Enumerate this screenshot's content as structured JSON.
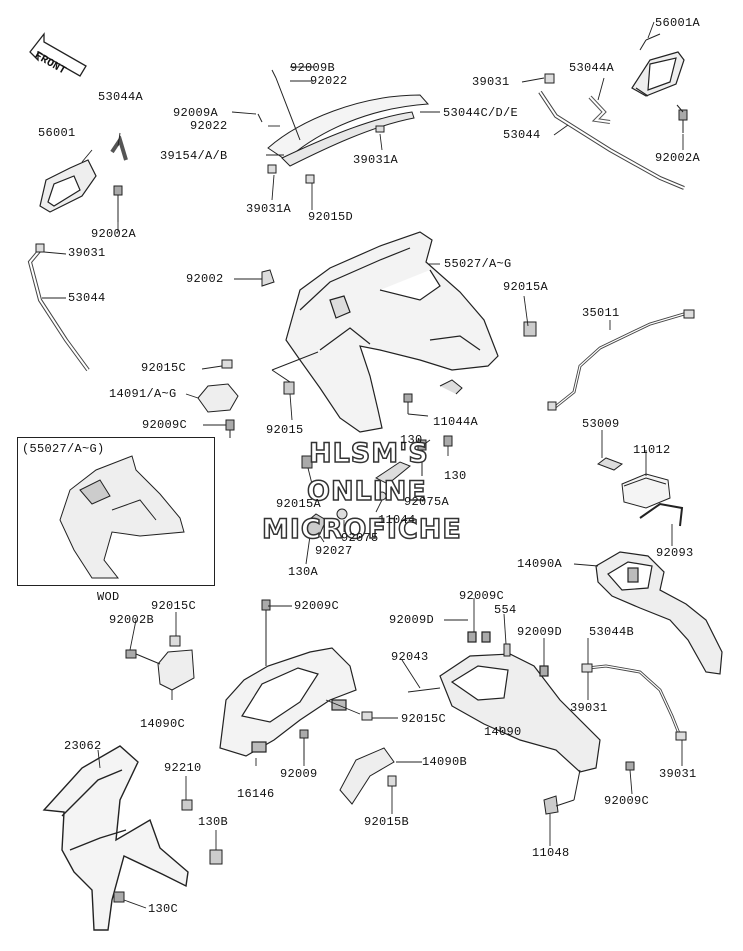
{
  "diagram": {
    "front_arrow_label": "FRONT",
    "inset_caption": "(55027/A~G)",
    "inset_footer": "WOD",
    "watermark": [
      "HLSM'S",
      "ONLINE",
      "MICROFICHE"
    ]
  },
  "parts": {
    "p56001A": "56001A",
    "p92009B": "92009B",
    "p92022a": "92022",
    "p39031a": "39031",
    "p53044A_r": "53044A",
    "p53044A_l": "53044A",
    "p92009A": "92009A",
    "p92022b": "92022",
    "p53044CDE": "53044C/D/E",
    "p56001": "56001",
    "p53044_r": "53044",
    "p39154AB": "39154/A/B",
    "p39031A_r": "39031A",
    "p92002A_r": "92002A",
    "p39031A_l": "39031A",
    "p92015D": "92015D",
    "p92002A_l": "92002A",
    "p39031_l": "39031",
    "p92002": "92002",
    "p55027AG": "55027/A~G",
    "p92015A_r": "92015A",
    "p53044_l": "53044",
    "p35011": "35011",
    "p92015C_l": "92015C",
    "p14091AG": "14091/A~G",
    "p92009C_l": "92009C",
    "p92015": "92015",
    "p11044A": "11044A",
    "p53009": "53009",
    "p130a": "130",
    "p11012": "11012",
    "p130b": "130",
    "p92015A_c": "92015A",
    "p92075A": "92075A",
    "p11044": "11044",
    "p92075": "92075",
    "p92027": "92027",
    "p92093": "92093",
    "p130A": "130A",
    "p14090A": "14090A",
    "p92015C_m": "92015C",
    "p92009C_m": "92009C",
    "p92002B": "92002B",
    "p92009C_c": "92009C",
    "p92009D_l": "92009D",
    "p554": "554",
    "p92009D_r": "92009D",
    "p53044B": "53044B",
    "p92043": "92043",
    "p14090C": "14090C",
    "p92015C_c": "92015C",
    "p39031_br": "39031",
    "p23062": "23062",
    "p92009": "92009",
    "p14090": "14090",
    "p14090B": "14090B",
    "p92210": "92210",
    "p39031_br2": "39031",
    "p16146": "16146",
    "p92009C_br": "92009C",
    "p130B": "130B",
    "p92015B": "92015B",
    "p11048": "11048",
    "p130C": "130C"
  }
}
